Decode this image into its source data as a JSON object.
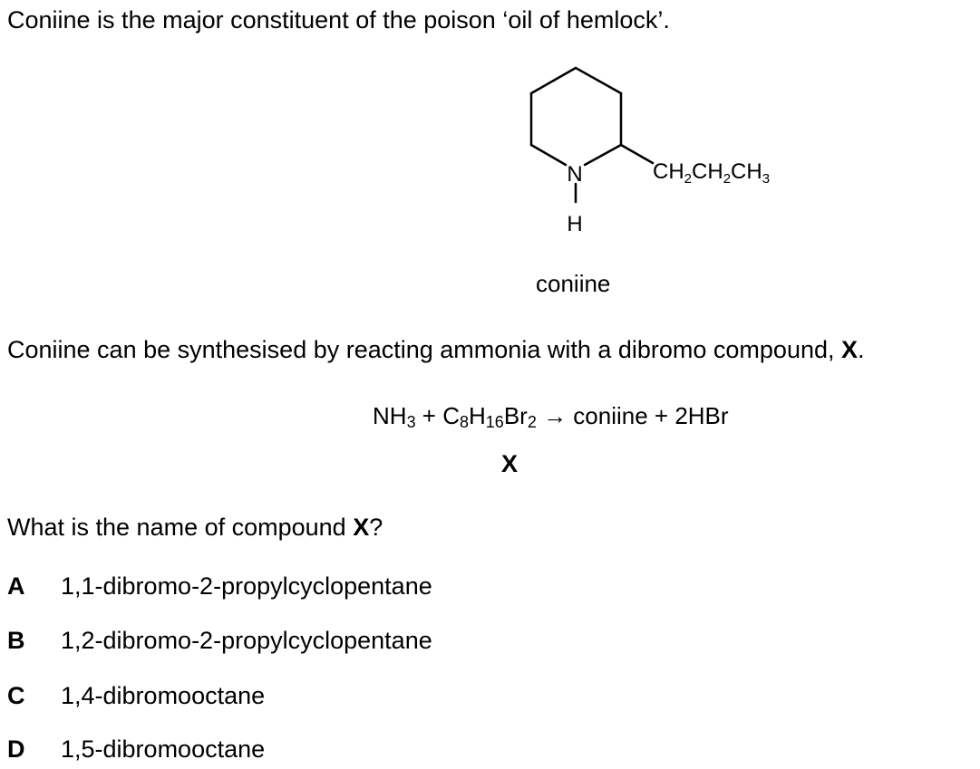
{
  "intro": "Coniine is the major constituent of the poison ‘oil of hemlock’.",
  "structure": {
    "nitrogen": "N",
    "hydrogen": "H",
    "chain": {
      "p1": "CH",
      "s1": "2",
      "p2": "CH",
      "s2": "2",
      "p3": "CH",
      "s3": "3"
    },
    "name": "coniine"
  },
  "synthesis": {
    "text": "Coniine can be synthesised by reacting ammonia with a dibromo compound, ",
    "bold": "X",
    "end": "."
  },
  "equation": {
    "nh": "NH",
    "nh_sub": "3",
    "plus1": " + C",
    "c_sub": "8",
    "h": "H",
    "h_sub": "16",
    "br": "Br",
    "br_sub": "2",
    "arrow": " → ",
    "rest": "coniine + 2HBr",
    "under_label": "X"
  },
  "question": {
    "text": "What is the name of compound ",
    "bold": "X",
    "end": "?"
  },
  "options": [
    {
      "letter": "A",
      "text": "1,1-dibromo-2-propylcyclopentane"
    },
    {
      "letter": "B",
      "text": "1,2-dibromo-2-propylcyclopentane"
    },
    {
      "letter": "C",
      "text": "1,4-dibromooctane"
    },
    {
      "letter": "D",
      "text": "1,5-dibromooctane"
    }
  ]
}
